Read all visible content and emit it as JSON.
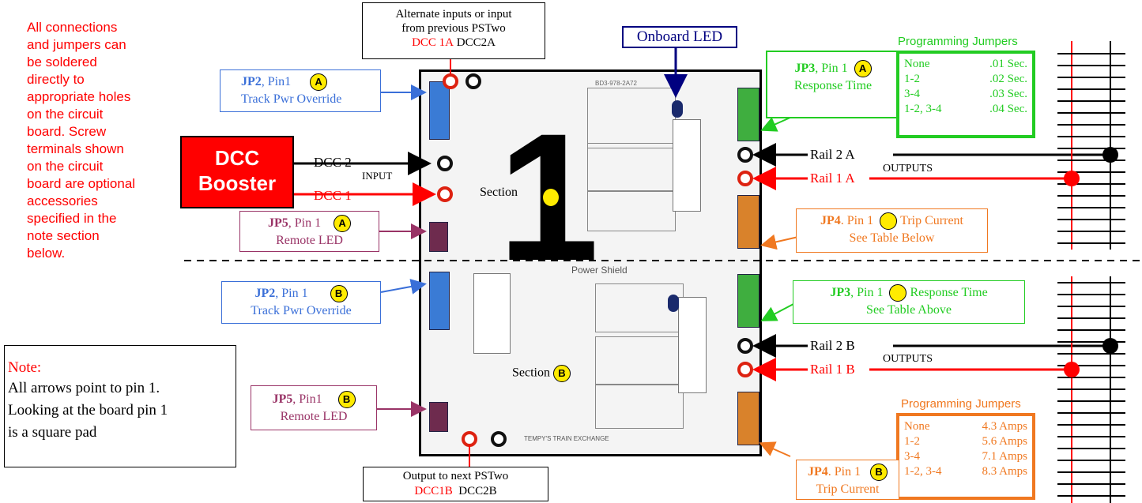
{
  "left_note": [
    "All connections",
    "and jumpers can",
    "be soldered",
    "directly to",
    "appropriate holes",
    "on the circuit",
    "board. Screw",
    "terminals shown",
    "on the circuit",
    "board are optional",
    "accessories",
    "specified in the",
    "note section",
    "below."
  ],
  "note_box": {
    "title": "Note:",
    "lines": [
      "All arrows point to pin 1.",
      "Looking at the board pin 1",
      "is a square pad"
    ]
  },
  "top_input": {
    "line1": "Alternate inputs or input",
    "line2": "from previous PSTwo",
    "dcc1": "DCC 1A",
    "dcc2": "DCC2A"
  },
  "bottom_output": {
    "line1": "Output to next PSTwo",
    "dcc1": "DCC1B",
    "dcc2": "DCC2B"
  },
  "onboard_led": "Onboard LED",
  "dcc_booster": {
    "line1": "DCC",
    "line2": "Booster",
    "dcc2": "DCC 2",
    "input": "INPUT",
    "dcc1": "DCC 1"
  },
  "jp2a": {
    "jp": "JP2",
    "pin": ", Pin1",
    "marker": "A",
    "sub": "Track Pwr Override"
  },
  "jp2b": {
    "jp": "JP2",
    "pin": ", Pin 1",
    "marker": "B",
    "sub": "Track Pwr Override"
  },
  "jp5a": {
    "jp": "JP5",
    "pin": ", Pin 1",
    "marker": "A",
    "sub": "Remote LED"
  },
  "jp5b": {
    "jp": "JP5",
    "pin": ", Pin1",
    "marker": "B",
    "sub": "Remote LED"
  },
  "jp3a": {
    "jp": "JP3",
    "pin": ", Pin 1",
    "marker": "A",
    "sub": "Response Time"
  },
  "jp3b": {
    "jp": "JP3",
    "pin": ", Pin 1",
    "sub1": "Response Time",
    "sub2": "See Table Above"
  },
  "jp4a": {
    "jp": "JP4",
    "pin": ". Pin 1",
    "sub1": "Trip Current",
    "sub2": "See Table Below"
  },
  "jp4b": {
    "jp": "JP4",
    "pin": ". Pin 1",
    "marker": "B",
    "sub": "Trip Current"
  },
  "prog_time": {
    "title": "Programming Jumpers",
    "rows": [
      [
        "None",
        ".01 Sec."
      ],
      [
        "1-2",
        ".02 Sec."
      ],
      [
        "3-4",
        ".03 Sec."
      ],
      [
        "1-2, 3-4",
        ".04 Sec."
      ]
    ]
  },
  "prog_amps": {
    "title": "Programming Jumpers",
    "rows": [
      [
        "None",
        "4.3 Amps"
      ],
      [
        "1-2",
        "5.6 Amps"
      ],
      [
        "3-4",
        "7.1 Amps"
      ],
      [
        "1-2, 3-4",
        "8.3 Amps"
      ]
    ]
  },
  "rails": {
    "rail2a": "Rail 2 A",
    "rail1a": "Rail 1 A",
    "outputs_a": "OUTPUTS",
    "rail2b": "Rail 2 B",
    "rail1b": "Rail 1 B",
    "outputs_b": "OUTPUTS"
  },
  "sections": {
    "section_a": "Section",
    "big_number": "1",
    "section_b": "Section",
    "marker_b": "B"
  },
  "board": {
    "title": "Power Shield",
    "part": "BD3-978-2A72",
    "maker": "TEMPY'S TRAIN EXCHANGE"
  },
  "colors": {
    "red": "#ff0000",
    "blue": "#3a6fd8",
    "green": "#22cc22",
    "orange": "#f07820",
    "plum": "#993366",
    "navy": "#000080",
    "yellow": "#ffeb00"
  }
}
